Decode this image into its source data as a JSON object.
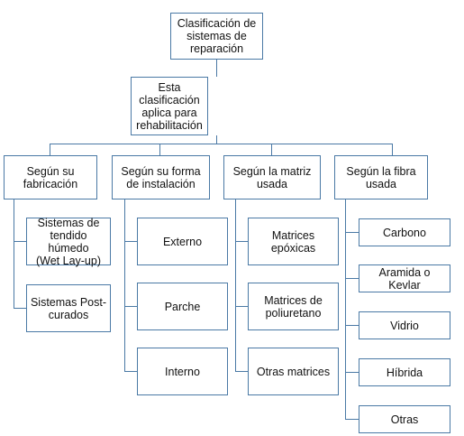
{
  "root": "Clasificación de\nsistemas de\nreparación",
  "scope_note": "Esta\nclasificación\naplica para\nrehabilitación",
  "categories": [
    {
      "label": "Según su\nfabricación",
      "items": [
        "Sistemas de\ntendido húmedo\n(Wet Lay-up)",
        "Sistemas Post-\ncurados"
      ]
    },
    {
      "label": "Según su forma\nde instalación",
      "items": [
        "Externo",
        "Parche",
        "Interno"
      ]
    },
    {
      "label": "Según la matriz\nusada",
      "items": [
        "Matrices\nepóxicas",
        "Matrices de\npoliuretano",
        "Otras matrices"
      ]
    },
    {
      "label": "Según la fibra\nusada",
      "items": [
        "Carbono",
        "Aramida o\nKevlar",
        "Vidrio",
        "Híbrida",
        "Otras"
      ]
    }
  ]
}
